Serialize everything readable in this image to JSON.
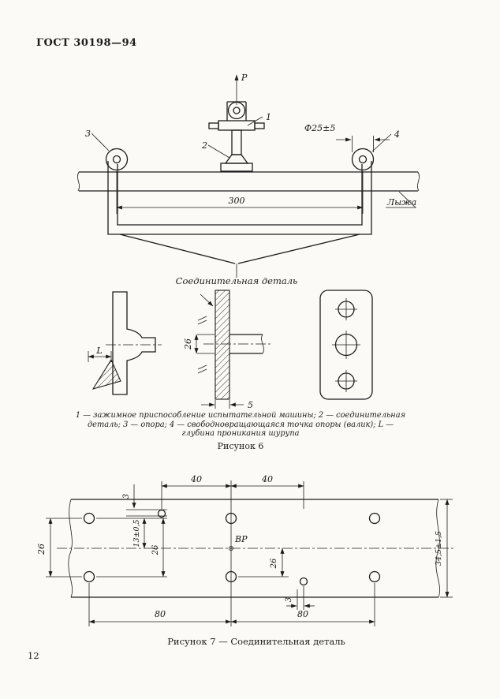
{
  "document": {
    "standard_number": "ГОСТ 30198—94",
    "page_number": "12"
  },
  "fig6": {
    "force_label": "P",
    "callout_1": "1",
    "callout_2": "2",
    "callout_3": "3",
    "callout_4": "4",
    "dia_label": "Ф25±5",
    "span_label": "300",
    "ski_label": "Лыжа",
    "detail_label": "Соединительная деталь",
    "dim_26": "26",
    "dim_5": "5",
    "dim_L": "L",
    "caption_lines": [
      "1 — зажимное приспособление испытательной машины; 2 — соединительная",
      "деталь; 3 — опора; 4 — свободновращающаяся точка опоры (валик); L —",
      "глубина проникания шурупа"
    ],
    "title": "Рисунок 6"
  },
  "fig7": {
    "dim_40_left": "40",
    "dim_40_right": "40",
    "dim_3_top": "3",
    "dim_13": "13±0,5",
    "dim_26_outer_left": "26",
    "dim_26_inner_left": "26",
    "dim_26_right": "26",
    "point_label": "ВР",
    "dim_width": "34,5±1,5",
    "dim_80_left": "80",
    "dim_80_right": "80",
    "dim_3_bottom": "3",
    "title": "Рисунок 7 — Соединительная деталь"
  }
}
